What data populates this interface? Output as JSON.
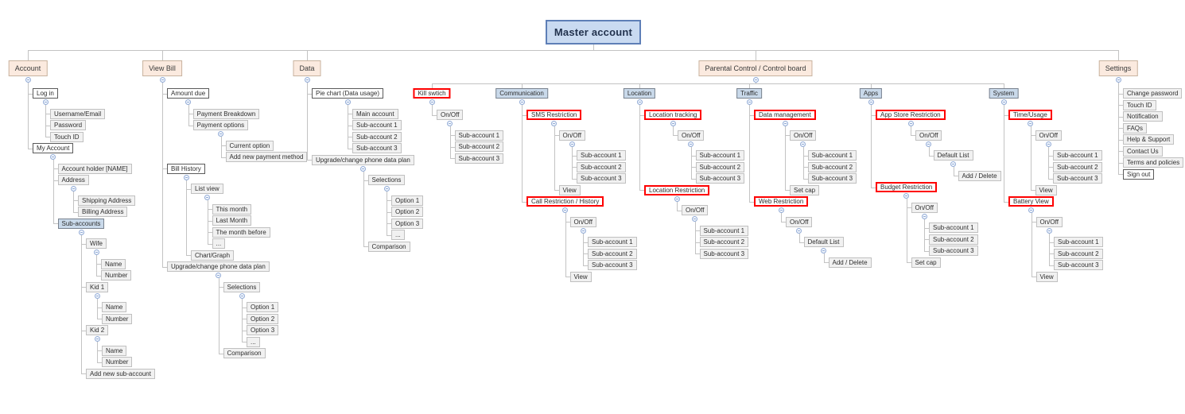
{
  "mindmap": {
    "colors": {
      "master_fill": "#c9daf1",
      "master_border": "#5e7fb7",
      "peach_fill": "#fbeadf",
      "peach_border": "#c8b39f",
      "blue_fill": "#c9d9ea",
      "blue_border": "#79828e",
      "node_fill": "#f1f1f1",
      "node_border": "#c0c0c0",
      "dark_border": "#5a5a5a",
      "red_border": "#fe0000",
      "connector": "#c3c3c3",
      "collapse_circle": "#92abd6"
    },
    "master": {
      "label": "Master account",
      "style": "master"
    },
    "branches": [
      {
        "label": "Account",
        "style": "peach",
        "children": [
          {
            "label": "Log in",
            "style": "dark",
            "children": [
              {
                "label": "Username/Email"
              },
              {
                "label": "Password"
              },
              {
                "label": "Touch ID"
              }
            ]
          },
          {
            "label": "My Account",
            "style": "dark",
            "children": [
              {
                "label": "Account holder [NAME]"
              },
              {
                "label": "Address",
                "children": [
                  {
                    "label": "Shipping Address"
                  },
                  {
                    "label": "Billing Address"
                  }
                ]
              },
              {
                "label": "Sub-accounts",
                "style": "blue",
                "children": [
                  {
                    "label": "Wife",
                    "children": [
                      {
                        "label": "Name"
                      },
                      {
                        "label": "Number"
                      }
                    ]
                  },
                  {
                    "label": "Kid 1",
                    "children": [
                      {
                        "label": "Name"
                      },
                      {
                        "label": "Number"
                      }
                    ]
                  },
                  {
                    "label": "Kid 2",
                    "children": [
                      {
                        "label": "Name"
                      },
                      {
                        "label": "Number"
                      }
                    ]
                  },
                  {
                    "label": "Add new sub-account"
                  }
                ]
              }
            ]
          }
        ]
      },
      {
        "label": "View Bill",
        "style": "peach",
        "children": [
          {
            "label": "Amount due",
            "style": "dark",
            "children": [
              {
                "label": "Payment Breakdown"
              },
              {
                "label": "Payment options",
                "children": [
                  {
                    "label": "Current option"
                  },
                  {
                    "label": "Add new payment method"
                  }
                ]
              }
            ]
          },
          {
            "label": "Bill History",
            "style": "dark",
            "children": [
              {
                "label": "List view",
                "children": [
                  {
                    "label": "This month"
                  },
                  {
                    "label": "Last Month"
                  },
                  {
                    "label": "The month before"
                  },
                  {
                    "label": "..."
                  }
                ]
              },
              {
                "label": "Chart/Graph"
              }
            ]
          },
          {
            "label": "Upgrade/change phone data plan",
            "children": [
              {
                "label": "Selections",
                "children": [
                  {
                    "label": "Option 1"
                  },
                  {
                    "label": "Option 2"
                  },
                  {
                    "label": "Option 3"
                  },
                  {
                    "label": "..."
                  }
                ]
              },
              {
                "label": "Comparison"
              }
            ]
          }
        ]
      },
      {
        "label": "Data",
        "style": "peach",
        "children": [
          {
            "label": "Pie chart (Data usage)",
            "style": "dark",
            "children": [
              {
                "label": "Main account"
              },
              {
                "label": "Sub-account 1"
              },
              {
                "label": "Sub-account 2"
              },
              {
                "label": "Sub-account 3"
              }
            ]
          },
          {
            "label": "Upgrade/change phone data plan",
            "children": [
              {
                "label": "Selections",
                "children": [
                  {
                    "label": "Option 1"
                  },
                  {
                    "label": "Option 2"
                  },
                  {
                    "label": "Option 3"
                  },
                  {
                    "label": "..."
                  }
                ]
              },
              {
                "label": "Comparison"
              }
            ]
          }
        ]
      },
      {
        "label": "Parental Control / Control board",
        "style": "peach",
        "layout": "horizontal",
        "children": [
          {
            "label": "Kill swtich",
            "style": "red",
            "children": [
              {
                "label": "On/Off",
                "children": [
                  {
                    "label": "Sub-account 1"
                  },
                  {
                    "label": "Sub-account 2"
                  },
                  {
                    "label": "Sub-account 3"
                  }
                ]
              }
            ]
          },
          {
            "label": "Communication",
            "style": "blue",
            "children": [
              {
                "label": "SMS Restriction",
                "style": "red",
                "children": [
                  {
                    "label": "On/Off",
                    "children": [
                      {
                        "label": "Sub-account 1"
                      },
                      {
                        "label": "Sub-account 2"
                      },
                      {
                        "label": "Sub-account 3"
                      }
                    ]
                  },
                  {
                    "label": "View"
                  }
                ]
              },
              {
                "label": "Call Restriction / History",
                "style": "red",
                "children": [
                  {
                    "label": "On/Off",
                    "children": [
                      {
                        "label": "Sub-account 1"
                      },
                      {
                        "label": "Sub-account 2"
                      },
                      {
                        "label": "Sub-account 3"
                      }
                    ]
                  },
                  {
                    "label": "View"
                  }
                ]
              }
            ]
          },
          {
            "label": "Location",
            "style": "blue",
            "children": [
              {
                "label": "Location tracking",
                "style": "red",
                "children": [
                  {
                    "label": "On/Off",
                    "children": [
                      {
                        "label": "Sub-account 1"
                      },
                      {
                        "label": "Sub-account 2"
                      },
                      {
                        "label": "Sub-account 3"
                      }
                    ]
                  }
                ]
              },
              {
                "label": "Location Restriction",
                "style": "red",
                "children": [
                  {
                    "label": "On/Off",
                    "children": [
                      {
                        "label": "Sub-account 1"
                      },
                      {
                        "label": "Sub-account 2"
                      },
                      {
                        "label": "Sub-account 3"
                      }
                    ]
                  }
                ]
              }
            ]
          },
          {
            "label": "Traffic",
            "style": "blue",
            "children": [
              {
                "label": "Data management",
                "style": "red",
                "children": [
                  {
                    "label": "On/Off",
                    "children": [
                      {
                        "label": "Sub-account 1"
                      },
                      {
                        "label": "Sub-account 2"
                      },
                      {
                        "label": "Sub-account 3"
                      }
                    ]
                  },
                  {
                    "label": "Set cap"
                  }
                ]
              },
              {
                "label": "Web Restriction",
                "style": "red",
                "children": [
                  {
                    "label": "On/Off",
                    "children": [
                      {
                        "label": "Default List",
                        "children": [
                          {
                            "label": "Add / Delete"
                          }
                        ]
                      }
                    ]
                  }
                ]
              }
            ]
          },
          {
            "label": "Apps",
            "style": "blue",
            "children": [
              {
                "label": "App Store Restriction",
                "style": "red",
                "children": [
                  {
                    "label": "On/Off",
                    "children": [
                      {
                        "label": "Default List",
                        "children": [
                          {
                            "label": "Add / Delete"
                          }
                        ]
                      }
                    ]
                  }
                ]
              },
              {
                "label": "Budget Restriction",
                "style": "red",
                "children": [
                  {
                    "label": "On/Off",
                    "children": [
                      {
                        "label": "Sub-account 1"
                      },
                      {
                        "label": "Sub-account 2"
                      },
                      {
                        "label": "Sub-account 3"
                      }
                    ]
                  },
                  {
                    "label": "Set cap"
                  }
                ]
              }
            ]
          },
          {
            "label": "System",
            "style": "blue",
            "children": [
              {
                "label": "Time/Usage",
                "style": "red",
                "children": [
                  {
                    "label": "On/Off",
                    "children": [
                      {
                        "label": "Sub-account 1"
                      },
                      {
                        "label": "Sub-account 2"
                      },
                      {
                        "label": "Sub-account 3"
                      }
                    ]
                  },
                  {
                    "label": "View"
                  }
                ]
              },
              {
                "label": "Battery View",
                "style": "red",
                "children": [
                  {
                    "label": "On/Off",
                    "children": [
                      {
                        "label": "Sub-account 1"
                      },
                      {
                        "label": "Sub-account 2"
                      },
                      {
                        "label": "Sub-account 3"
                      }
                    ]
                  },
                  {
                    "label": "View"
                  }
                ]
              }
            ]
          }
        ]
      },
      {
        "label": "Settings",
        "style": "peach",
        "children": [
          {
            "label": "Change password"
          },
          {
            "label": "Touch ID"
          },
          {
            "label": "Notification"
          },
          {
            "label": "FAQs"
          },
          {
            "label": "Help & Support"
          },
          {
            "label": "Contact Us"
          },
          {
            "label": "Terms and policies"
          },
          {
            "label": "Sign out",
            "style": "dark"
          }
        ]
      }
    ]
  }
}
